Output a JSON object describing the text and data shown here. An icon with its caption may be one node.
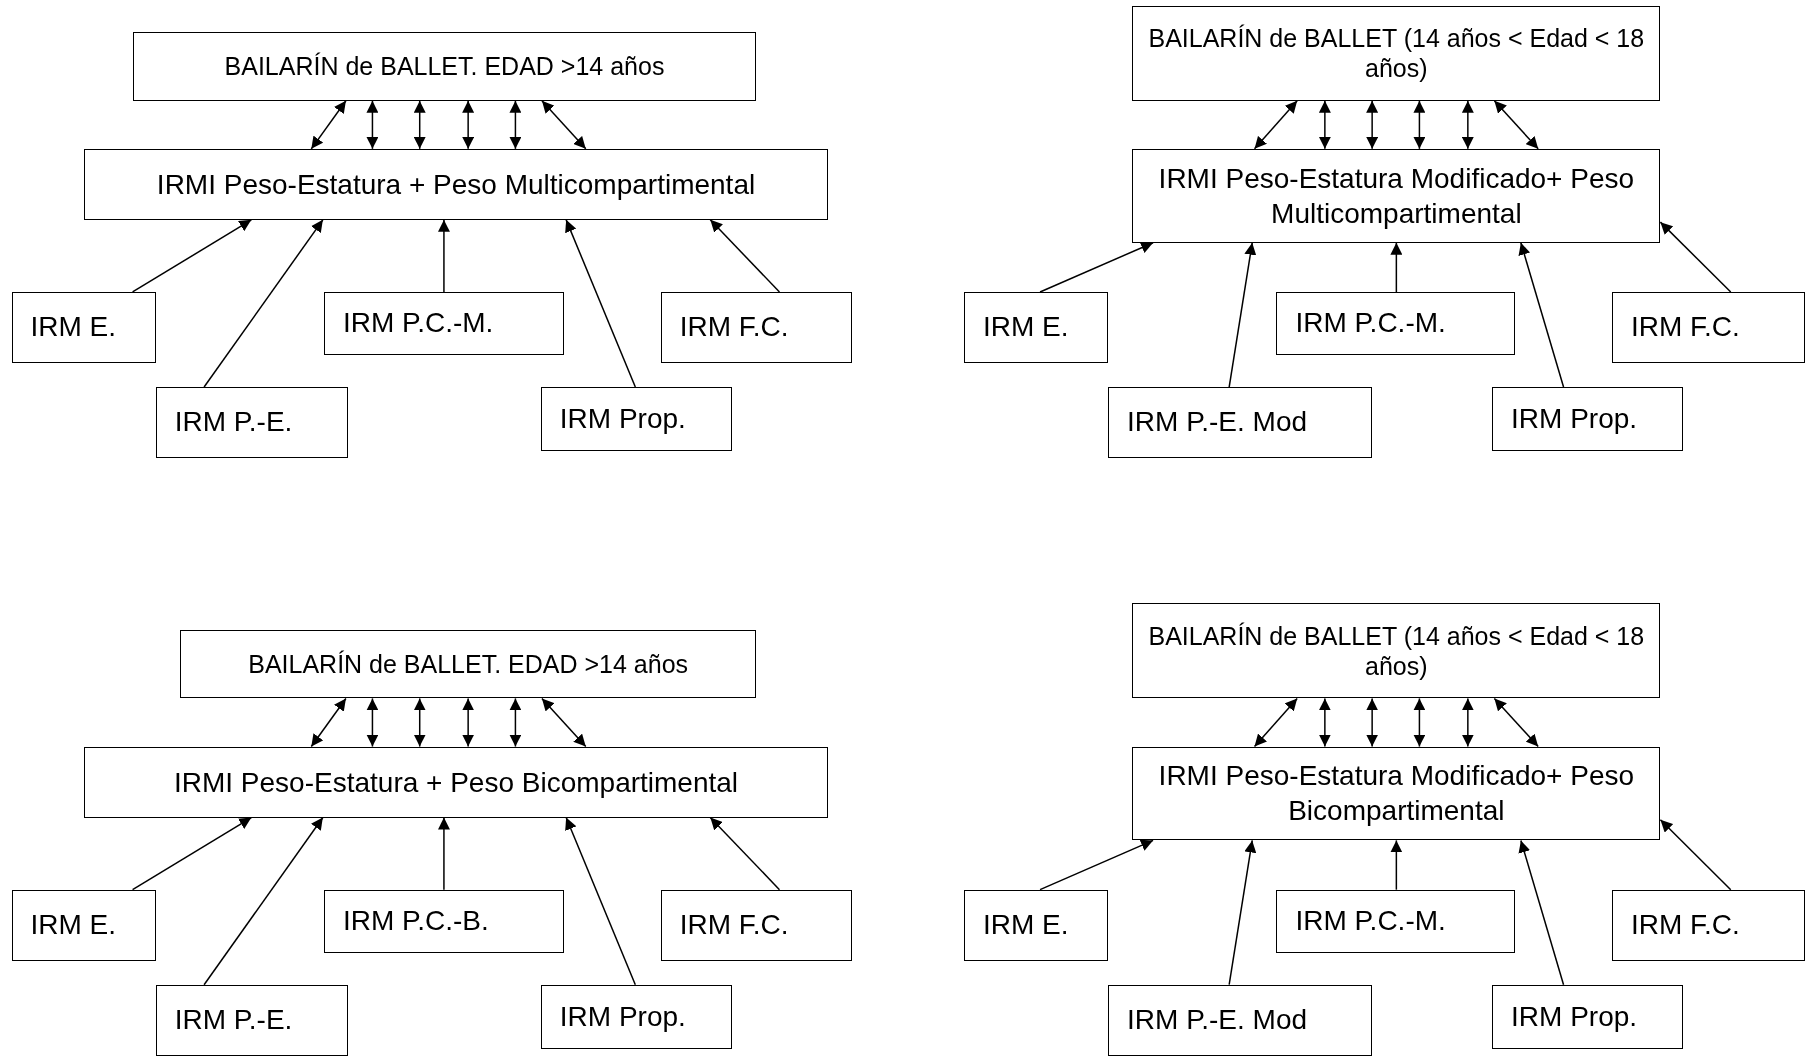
{
  "diagram": {
    "nodes": [
      {
        "text": [
          "BAILARÍN de BALLET. EDAD >14 años"
        ]
      },
      {
        "text": [
          "IRMI Peso-Estatura + Peso Multicompartimental"
        ]
      },
      {
        "text": [
          "IRM E."
        ]
      },
      {
        "text": [
          "IRM P.C.-M."
        ]
      },
      {
        "text": [
          "IRM F.C."
        ]
      },
      {
        "text": [
          "IRM P.-E."
        ]
      },
      {
        "text": [
          "IRM Prop."
        ]
      },
      {
        "text": [
          "BAILARÍN de BALLET (14 años < Edad < 18 años)"
        ]
      },
      {
        "text": [
          "IRMI Peso-Estatura Modificado+ Peso Multicompartimental"
        ]
      },
      {
        "text": [
          "IRM E."
        ]
      },
      {
        "text": [
          "IRM P.C.-M."
        ]
      },
      {
        "text": [
          "IRM F.C."
        ]
      },
      {
        "text": [
          "IRM P.-E. Mod"
        ]
      },
      {
        "text": [
          "IRM Prop."
        ]
      },
      {
        "text": [
          "BAILARÍN de BALLET. EDAD >14 años"
        ]
      },
      {
        "text": [
          "IRMI Peso-Estatura + Peso Bicompartimental"
        ]
      },
      {
        "text": [
          "IRM E."
        ]
      },
      {
        "text": [
          "IRM P.C.-B."
        ]
      },
      {
        "text": [
          "IRM F.C."
        ]
      },
      {
        "text": [
          "IRM P.-E."
        ]
      },
      {
        "text": [
          "IRM Prop."
        ]
      },
      {
        "text": [
          "BAILARÍN de BALLET (14 años < Edad < 18 años)"
        ]
      },
      {
        "text": [
          "IRMI Peso-Estatura Modificado+ Peso Bicompartimental"
        ]
      },
      {
        "text": [
          "IRM E."
        ]
      },
      {
        "text": [
          "IRM P.C.-M."
        ]
      },
      {
        "text": [
          "IRM F.C."
        ]
      },
      {
        "text": [
          "IRM P.-E. Mod"
        ]
      },
      {
        "text": [
          "IRM Prop."
        ]
      }
    ],
    "edges": [
      {
        "from": 0,
        "to": 1,
        "arrow": "both"
      },
      {
        "from": 0,
        "to": 1,
        "arrow": "both"
      },
      {
        "from": 0,
        "to": 1,
        "arrow": "both"
      },
      {
        "from": 0,
        "to": 1,
        "arrow": "both"
      },
      {
        "from": 0,
        "to": 1,
        "arrow": "both"
      },
      {
        "from": 0,
        "to": 1,
        "arrow": "both"
      },
      {
        "from": 2,
        "to": 1,
        "arrow": "to"
      },
      {
        "from": 3,
        "to": 1,
        "arrow": "to"
      },
      {
        "from": 4,
        "to": 1,
        "arrow": "to"
      },
      {
        "from": 5,
        "to": 1,
        "arrow": "to"
      },
      {
        "from": 6,
        "to": 1,
        "arrow": "to"
      },
      {
        "from": 7,
        "to": 8,
        "arrow": "both"
      },
      {
        "from": 7,
        "to": 8,
        "arrow": "both"
      },
      {
        "from": 7,
        "to": 8,
        "arrow": "both"
      },
      {
        "from": 7,
        "to": 8,
        "arrow": "both"
      },
      {
        "from": 7,
        "to": 8,
        "arrow": "both"
      },
      {
        "from": 7,
        "to": 8,
        "arrow": "both"
      },
      {
        "from": 9,
        "to": 8,
        "arrow": "to"
      },
      {
        "from": 10,
        "to": 8,
        "arrow": "to"
      },
      {
        "from": 11,
        "to": 8,
        "arrow": "to"
      },
      {
        "from": 12,
        "to": 8,
        "arrow": "to"
      },
      {
        "from": 13,
        "to": 8,
        "arrow": "to"
      },
      {
        "from": 14,
        "to": 15,
        "arrow": "both"
      },
      {
        "from": 14,
        "to": 15,
        "arrow": "both"
      },
      {
        "from": 14,
        "to": 15,
        "arrow": "both"
      },
      {
        "from": 14,
        "to": 15,
        "arrow": "both"
      },
      {
        "from": 14,
        "to": 15,
        "arrow": "both"
      },
      {
        "from": 14,
        "to": 15,
        "arrow": "both"
      },
      {
        "from": 16,
        "to": 15,
        "arrow": "to"
      },
      {
        "from": 17,
        "to": 15,
        "arrow": "to"
      },
      {
        "from": 18,
        "to": 15,
        "arrow": "to"
      },
      {
        "from": 19,
        "to": 15,
        "arrow": "to"
      },
      {
        "from": 20,
        "to": 15,
        "arrow": "to"
      },
      {
        "from": 21,
        "to": 22,
        "arrow": "both"
      },
      {
        "from": 21,
        "to": 22,
        "arrow": "both"
      },
      {
        "from": 21,
        "to": 22,
        "arrow": "both"
      },
      {
        "from": 21,
        "to": 22,
        "arrow": "both"
      },
      {
        "from": 21,
        "to": 22,
        "arrow": "both"
      },
      {
        "from": 21,
        "to": 22,
        "arrow": "both"
      },
      {
        "from": 23,
        "to": 22,
        "arrow": "to"
      },
      {
        "from": 24,
        "to": 22,
        "arrow": "to"
      },
      {
        "from": 25,
        "to": 22,
        "arrow": "to"
      },
      {
        "from": 26,
        "to": 22,
        "arrow": "to"
      },
      {
        "from": 27,
        "to": 22,
        "arrow": "to"
      }
    ]
  }
}
